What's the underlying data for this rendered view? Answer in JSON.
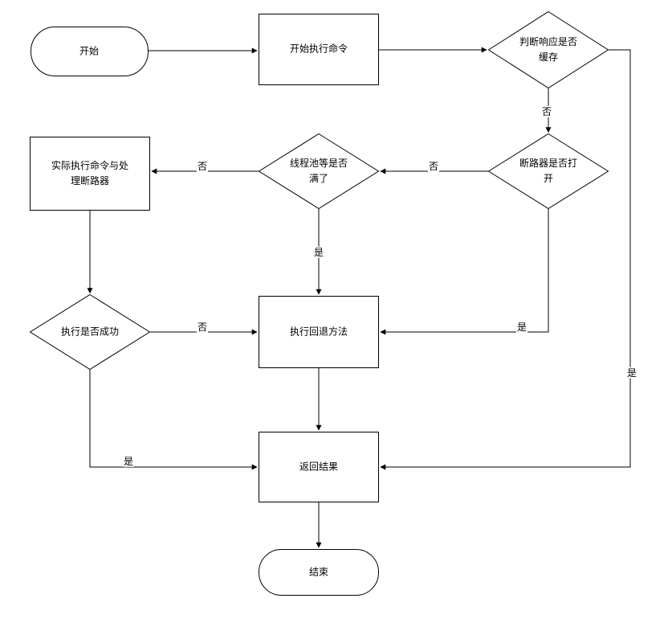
{
  "diagram": {
    "type": "flowchart",
    "colors": {
      "line": "#000000",
      "background": "#ffffff",
      "text": "#000000"
    },
    "nodes": {
      "start": {
        "label": "开始",
        "shape": "stadium"
      },
      "exec_command": {
        "label": "开始执行命令",
        "shape": "rect"
      },
      "check_cache": {
        "label": "判断响应是否\n缓存",
        "shape": "diamond"
      },
      "breaker_open": {
        "label": "断路器是否打\n开",
        "shape": "diamond"
      },
      "pool_full": {
        "label": "线程池等是否\n满了",
        "shape": "diamond"
      },
      "actual_exec": {
        "label": "实际执行命令与处\n理断路器",
        "shape": "rect"
      },
      "exec_success": {
        "label": "执行是否成功",
        "shape": "diamond"
      },
      "fallback": {
        "label": "执行回退方法",
        "shape": "rect"
      },
      "return_result": {
        "label": "返回结果",
        "shape": "rect"
      },
      "end": {
        "label": "结束",
        "shape": "stadium"
      }
    },
    "edge_labels": {
      "cache_no": "否",
      "cache_yes": "是",
      "breaker_no": "否",
      "breaker_yes": "是",
      "pool_no": "否",
      "pool_yes": "是",
      "success_no": "否",
      "success_yes": "是"
    }
  }
}
